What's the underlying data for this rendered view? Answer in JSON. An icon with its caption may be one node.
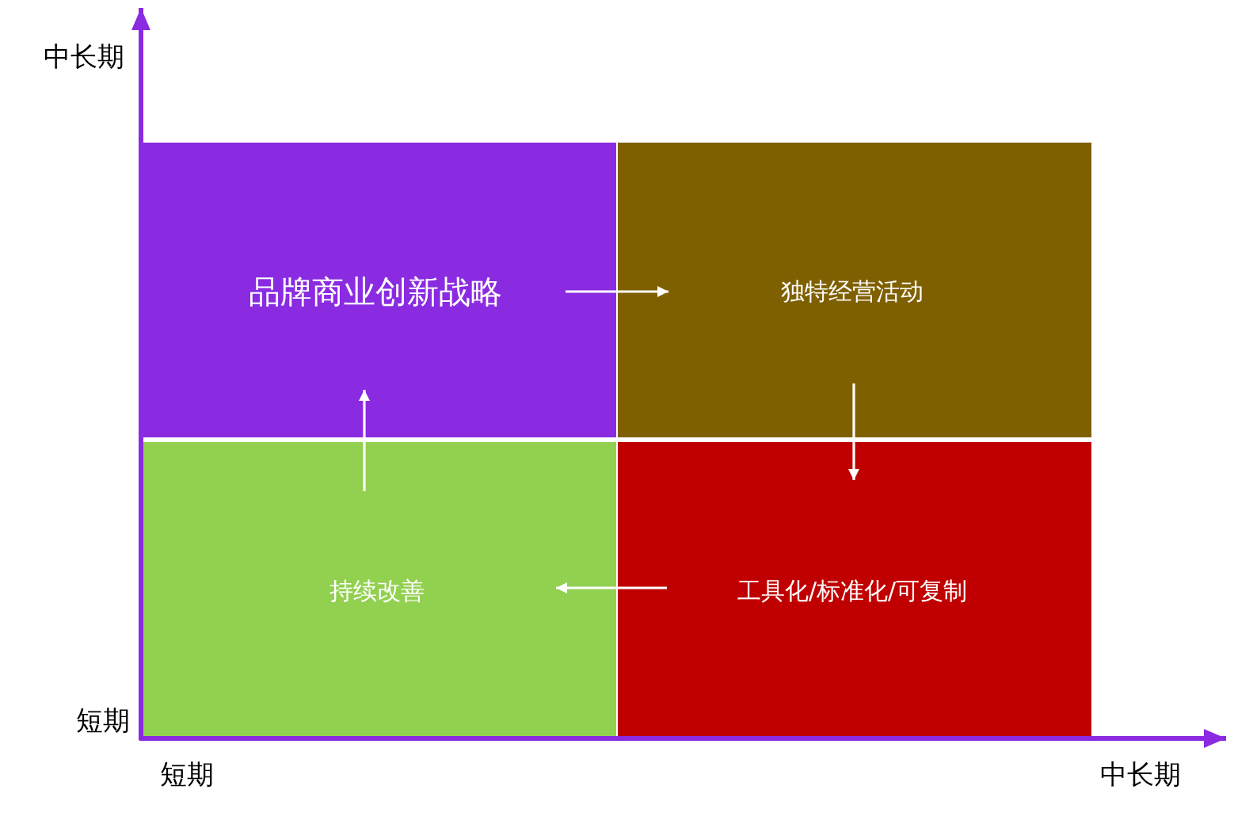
{
  "diagram": {
    "nodes": [
      {
        "text": [
          "品牌商业创新战略"
        ]
      },
      {
        "text": [
          "独特经营活动"
        ]
      },
      {
        "text": [
          "持续改善"
        ]
      },
      {
        "text": [
          "工具化/标准化/可复制"
        ]
      }
    ],
    "edges": [
      {
        "from": 0,
        "to": 1,
        "arrow": "to"
      },
      {
        "from": 1,
        "to": 3,
        "arrow": "to"
      },
      {
        "from": 3,
        "to": 2,
        "arrow": "to"
      },
      {
        "from": 2,
        "to": 0,
        "arrow": "to"
      }
    ],
    "labels": [
      "中长期",
      "短期",
      "短期",
      "中长期"
    ]
  }
}
